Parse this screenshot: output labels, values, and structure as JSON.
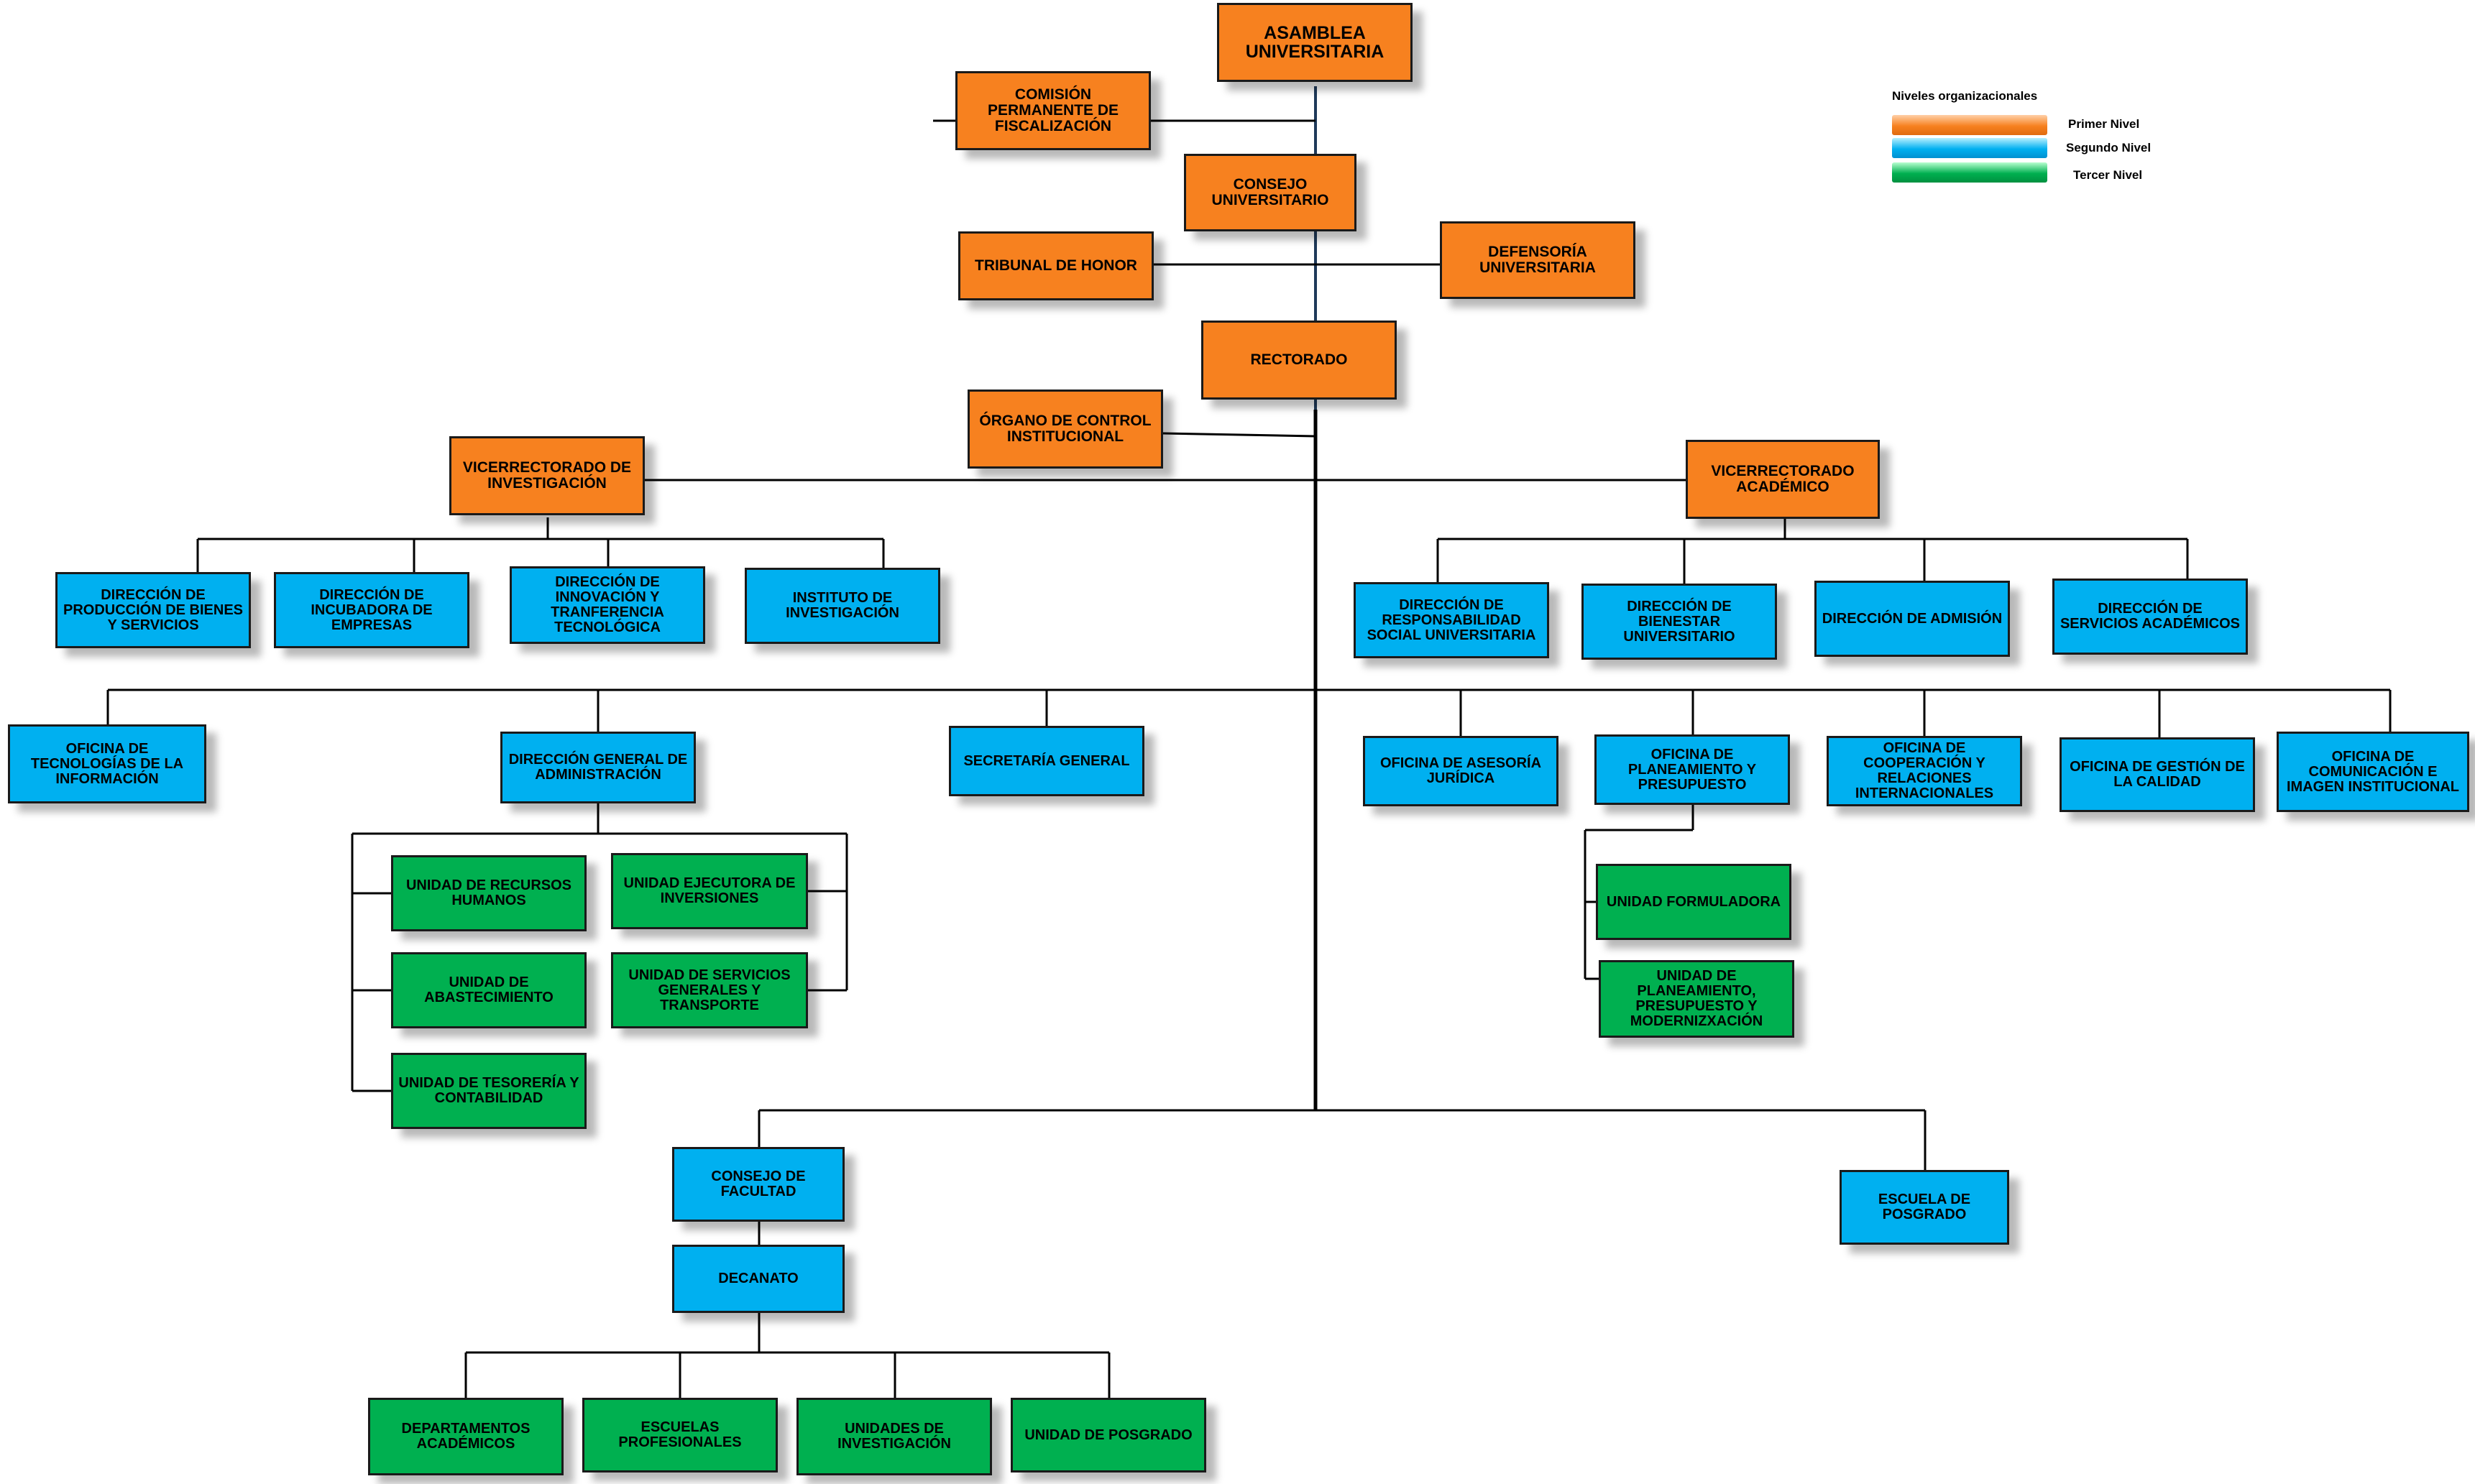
{
  "legend": {
    "title": "Niveles organizacionales",
    "levels": [
      "Primer Nivel",
      "Segundo Nivel",
      "Tercer Nivel"
    ]
  },
  "colors": {
    "primer_nivel": "#f7811f",
    "segundo_nivel": "#00b0f0",
    "tercer_nivel": "#00b050"
  },
  "nodes": {
    "asamblea": "ASAMBLEA UNIVERSITARIA",
    "comision": "COMISIÓN PERMANENTE DE FISCALIZACIÓN",
    "consejo_univ": "CONSEJO UNIVERSITARIO",
    "tribunal": "TRIBUNAL DE HONOR",
    "defensoria": "DEFENSORÍA UNIVERSITARIA",
    "rectorado": "RECTORADO",
    "organo_control": "ÓRGANO DE CONTROL INSTITUCIONAL",
    "vice_investigacion": "VICERRECTORADO DE INVESTIGACIÓN",
    "vice_academico": "VICERRECTORADO ACADÉMICO",
    "dir_produccion": "DIRECCIÓN DE PRODUCCIÓN DE BIENES Y SERVICIOS",
    "dir_incubadora": "DIRECCIÓN DE INCUBADORA DE EMPRESAS",
    "dir_innovacion": "DIRECCIÓN DE INNOVACIÓN Y TRANFERENCIA TECNOLÓGICA",
    "instituto_inv": "INSTITUTO DE INVESTIGACIÓN",
    "dir_responsabilidad": "DIRECCIÓN DE RESPONSABILIDAD SOCIAL UNIVERSITARIA",
    "dir_bienestar": "DIRECCIÓN DE BIENESTAR UNIVERSITARIO",
    "dir_admision": "DIRECCIÓN DE ADMISIÓN",
    "dir_servicios_acad": "DIRECCIÓN DE SERVICIOS ACADÉMICOS",
    "of_tecnologias": "OFICINA DE TECNOLOGÍAS DE LA INFORMACIÓN",
    "dir_gral_admin": "DIRECCIÓN GENERAL DE ADMINISTRACIÓN",
    "secretaria": "SECRETARÍA GENERAL",
    "of_asesoria": "OFICINA DE ASESORÍA JURÍDICA",
    "of_planeamiento": "OFICINA DE PLANEAMIENTO Y PRESUPUESTO",
    "of_cooperacion": "OFICINA DE COOPERACIÓN Y RELACIONES INTERNACIONALES",
    "of_calidad": "OFICINA DE GESTIÓN DE LA CALIDAD",
    "of_comunicacion": "OFICINA DE COMUNICACIÓN E IMAGEN INSTITUCIONAL",
    "u_rrhh": "UNIDAD DE RECURSOS HUMANOS",
    "u_ejecutora": "UNIDAD EJECUTORA DE INVERSIONES",
    "u_abastecimiento": "UNIDAD DE ABASTECIMIENTO",
    "u_servicios_grales": "UNIDAD DE SERVICIOS GENERALES Y TRANSPORTE",
    "u_tesoreria": "UNIDAD DE TESORERÍA Y CONTABILIDAD",
    "u_formuladora": "UNIDAD FORMULADORA",
    "u_planeamiento": "UNIDAD DE PLANEAMIENTO, PRESUPUESTO Y MODERNIZXACIÓN",
    "consejo_facultad": "CONSEJO DE FACULTAD",
    "decanato": "DECANATO",
    "escuela_posgrado": "ESCUELA DE POSGRADO",
    "departamentos": "DEPARTAMENTOS ACADÉMICOS",
    "escuelas_prof": "ESCUELAS PROFESIONALES",
    "unidades_inv": "UNIDADES DE INVESTIGACIÓN",
    "unidad_posgrado": "UNIDAD DE  POSGRADO"
  }
}
